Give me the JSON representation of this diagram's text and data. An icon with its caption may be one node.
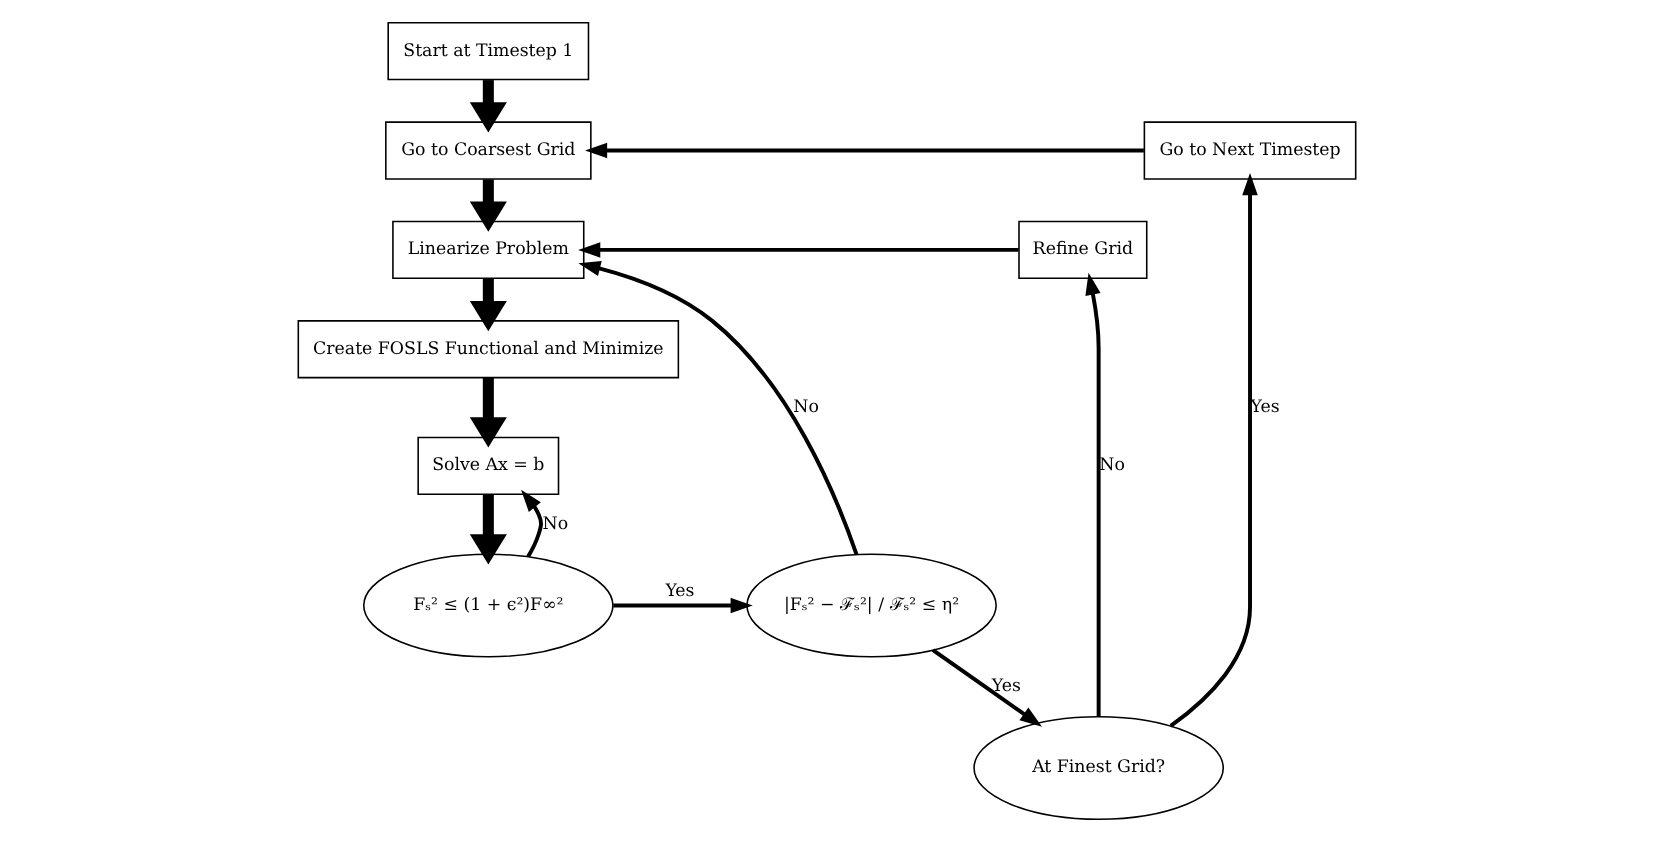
{
  "diagram": {
    "nodes": [
      {
        "text": [
          "Start at Timestep 1"
        ]
      },
      {
        "text": [
          "Go to Coarsest Grid"
        ]
      },
      {
        "text": [
          "Linearize Problem"
        ]
      },
      {
        "text": [
          "Create FOSLS Functional and Minimize"
        ]
      },
      {
        "text": [
          "Solve Ax = b"
        ]
      },
      {
        "text": [
          "Fₛ² ≤ (1 + ϵ²)F∞²"
        ]
      },
      {
        "text": [
          "|Fₛ² − ℱₛ²| / ℱₛ² ≤ η²"
        ]
      },
      {
        "text": [
          "At Finest Grid?"
        ]
      },
      {
        "text": [
          "Refine Grid"
        ]
      },
      {
        "text": [
          "Go to Next Timestep"
        ]
      }
    ],
    "edges": [
      {
        "from": 0,
        "to": 1,
        "arrow": "to",
        "style": "thick"
      },
      {
        "from": 1,
        "to": 2,
        "arrow": "to",
        "style": "thick"
      },
      {
        "from": 2,
        "to": 3,
        "arrow": "to",
        "style": "thick"
      },
      {
        "from": 3,
        "to": 4,
        "arrow": "to",
        "style": "thick"
      },
      {
        "from": 4,
        "to": 5,
        "arrow": "to",
        "style": "thick"
      },
      {
        "from": 5,
        "to": 4,
        "arrow": "to",
        "label": "No"
      },
      {
        "from": 5,
        "to": 6,
        "arrow": "to",
        "label": "Yes"
      },
      {
        "from": 6,
        "to": 2,
        "arrow": "to",
        "label": "No"
      },
      {
        "from": 6,
        "to": 7,
        "arrow": "to",
        "label": "Yes"
      },
      {
        "from": 7,
        "to": 8,
        "arrow": "to",
        "label": "No"
      },
      {
        "from": 7,
        "to": 9,
        "arrow": "to",
        "label": "Yes"
      },
      {
        "from": 8,
        "to": 2,
        "arrow": "to"
      },
      {
        "from": 9,
        "to": 1,
        "arrow": "to"
      }
    ]
  }
}
